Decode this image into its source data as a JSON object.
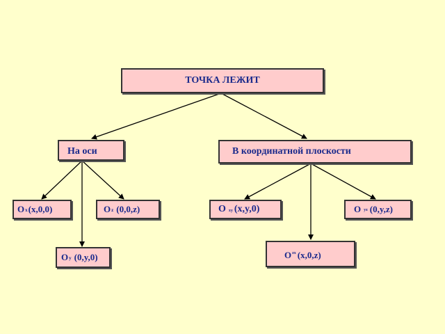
{
  "diagram": {
    "root": "ТОЧКА ЛЕЖИТ",
    "axis_branch": "На оси",
    "plane_branch": "В координатной плоскости",
    "axis_points": {
      "ox": {
        "main": "O",
        "sub": "x",
        "coords": "(x,0,0)"
      },
      "oz": {
        "main": "O",
        "sub": "z",
        "coords": "(0,0,z)"
      },
      "oy": {
        "main": "O",
        "sub": "y",
        "coords": "(0,y,0)"
      }
    },
    "plane_points": {
      "oxy": {
        "main": "O",
        "sub": "xy",
        "coords": "(x,y,0)"
      },
      "oyz": {
        "main": "O",
        "sub": "yz",
        "coords": "(0,y,z)"
      },
      "ozx": {
        "main": "O",
        "sub": "zx",
        "coords": "(x,0,z)"
      }
    }
  }
}
